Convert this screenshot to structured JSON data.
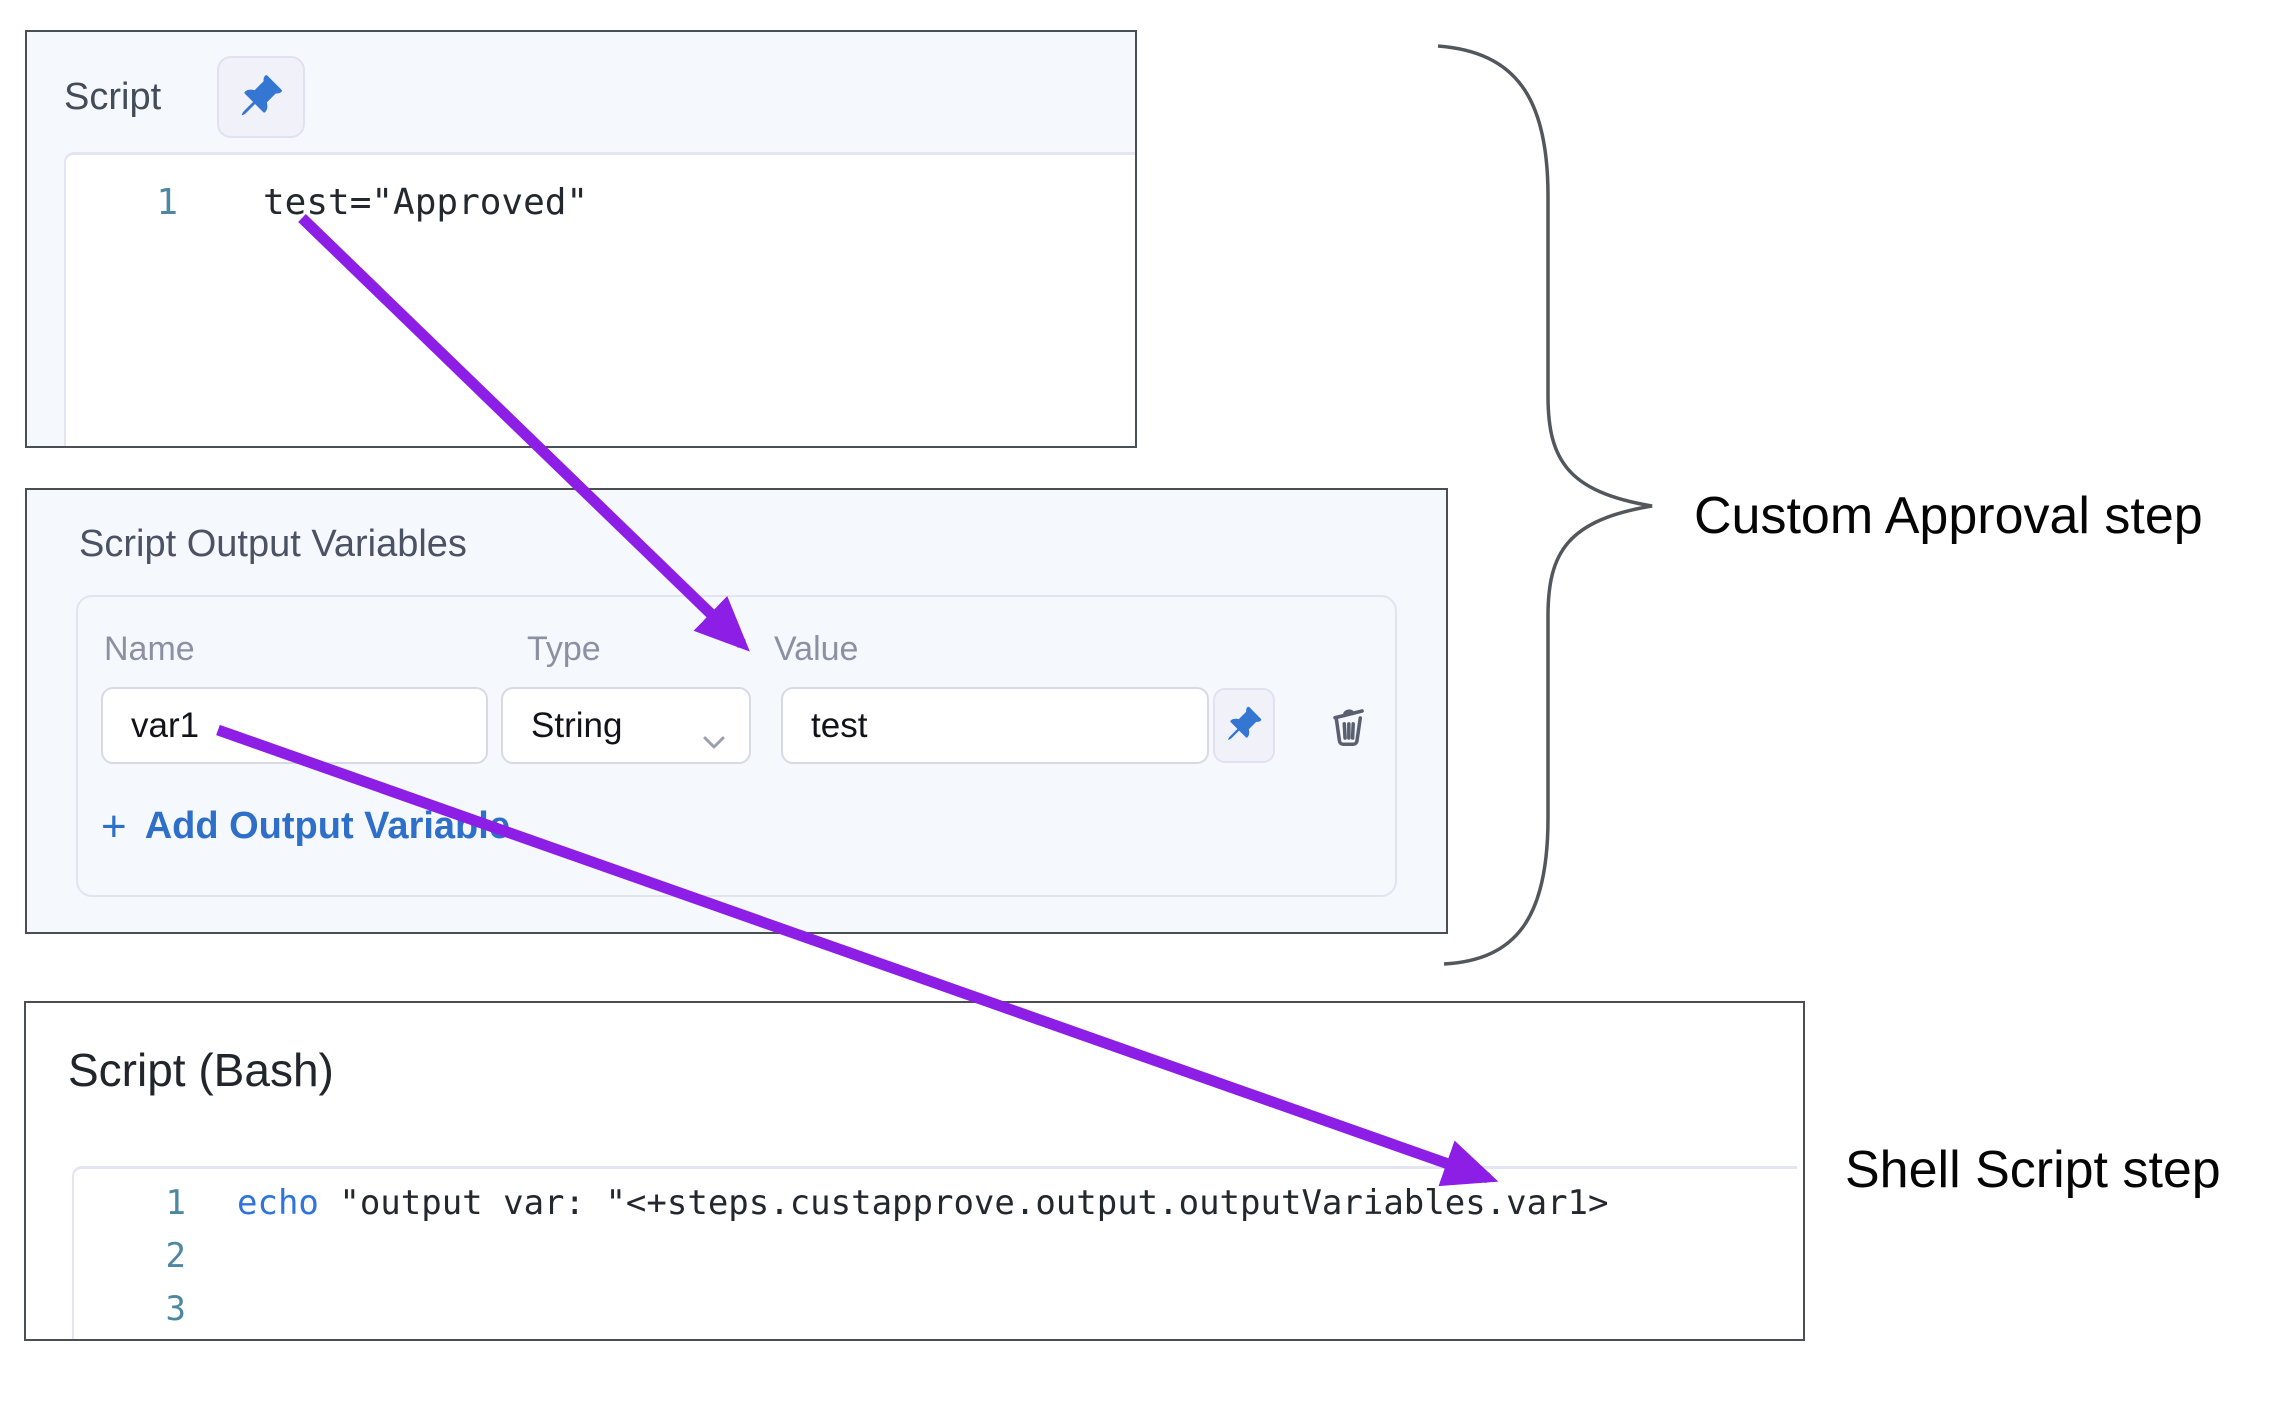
{
  "script_panel": {
    "title": "Script",
    "code_lines": [
      {
        "number": "1",
        "text": "test=\"Approved\""
      }
    ]
  },
  "output_vars": {
    "title": "Script Output Variables",
    "columns": [
      "Name",
      "Type",
      "Value"
    ],
    "row": {
      "name": "var1",
      "type": "String",
      "value": "test"
    },
    "add_plus": "+",
    "add_label": "Add Output Variable"
  },
  "shell_panel": {
    "title": "Script (Bash)",
    "code_lines": [
      {
        "number": "1",
        "keyword": "echo",
        "text": " \"output var: \"<+steps.custapprove.output.outputVariables.var1>"
      },
      {
        "number": "2",
        "text": ""
      },
      {
        "number": "3",
        "text": ""
      }
    ]
  },
  "annotations": {
    "custom_approval": "Custom Approval step",
    "shell_script": "Shell Script step"
  },
  "icons": {
    "pin": "pushpin-icon",
    "chevron": "chevron-down-icon",
    "trash": "trash-icon"
  },
  "colors": {
    "arrow_purple": "#8D1EE6",
    "pin_blue": "#3476D2",
    "link_blue": "#2E6FC9",
    "keyword_blue": "#2E74DC",
    "line_number_teal": "#4D87A1",
    "panel_border": "#4A4F55",
    "panel_bg": "#F5F8FC"
  }
}
